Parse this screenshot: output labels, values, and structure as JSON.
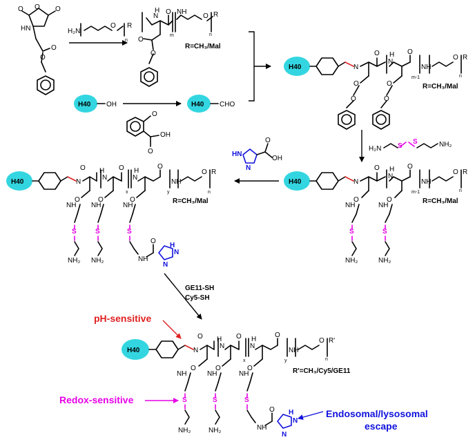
{
  "core": {
    "label": "H40"
  },
  "labels": {
    "oh": "OH",
    "cho": "CHO",
    "r_sub": "R=CH₃/Mal",
    "r_prime_sub": "R'=CH₃/Cy5/GE11",
    "m": "m",
    "m_minus_1": "m-1",
    "n": "n",
    "x": "x",
    "y": "y",
    "r": "R",
    "r_prime": "R'",
    "h2n": "H₂N",
    "nh2": "NH₂",
    "nh": "NH",
    "hn": "HN",
    "n_atom": "N",
    "h_atom": "H",
    "o_atom": "O",
    "s_atom": "S",
    "oh_atom": "OH",
    "ge11sh": "GE11-SH",
    "cy5sh": "Cy5-SH"
  },
  "annotations": {
    "ph": "pH-sensitive",
    "redox": "Redox-sensitive",
    "endo_line1": "Endosomal/lysosomal",
    "endo_line2": "escape"
  },
  "colors": {
    "core": "#33d6e0",
    "ph": "#e02020",
    "redox": "#e600e6",
    "endo": "#1010dd"
  }
}
